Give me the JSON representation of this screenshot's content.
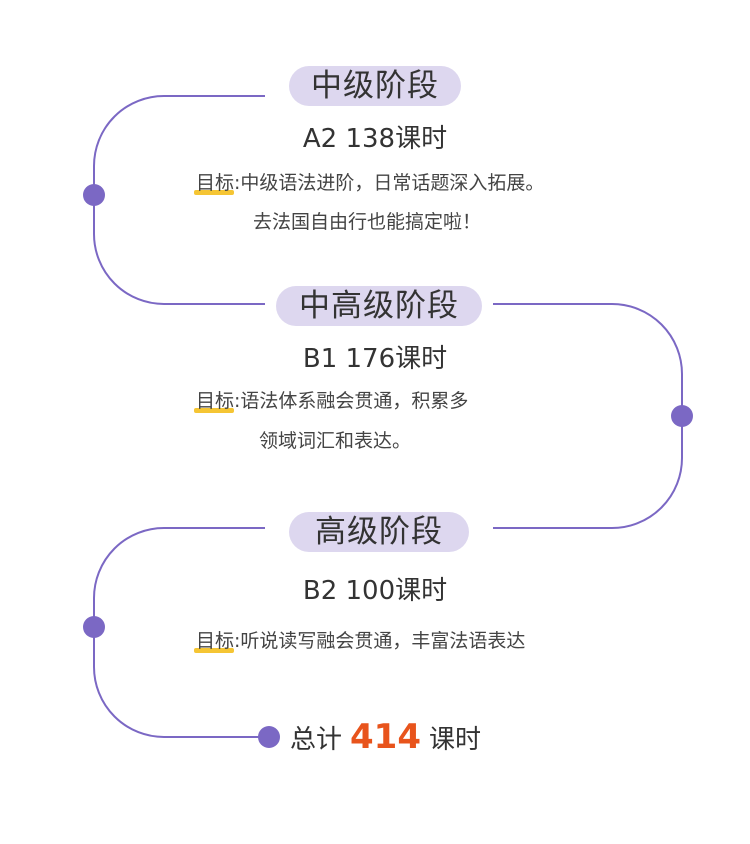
{
  "accent_color": "#7b68c4",
  "pill_color": "#ddd7ef",
  "highlight_color": "#f5c534",
  "total_number_color": "#e8541c",
  "stages": [
    {
      "title": "中级阶段",
      "hours": "A2 138课时",
      "goal_key": "目标",
      "goal_sep": ":",
      "goal_line1": "中级语法进阶，日常话题深入拓展。",
      "goal_line2": "去法国自由行也能搞定啦！"
    },
    {
      "title": "中高级阶段",
      "hours": "B1 176课时",
      "goal_key": "目标",
      "goal_sep": ":",
      "goal_line1": "语法体系融会贯通，积累多",
      "goal_line2": "领域词汇和表达。"
    },
    {
      "title": "高级阶段",
      "hours": "B2 100课时",
      "goal_key": "目标",
      "goal_sep": ":",
      "goal_line1": "听说读写融会贯通，丰富法语表达"
    }
  ],
  "total": {
    "prefix": "总计",
    "number": "414",
    "suffix": "课时"
  }
}
